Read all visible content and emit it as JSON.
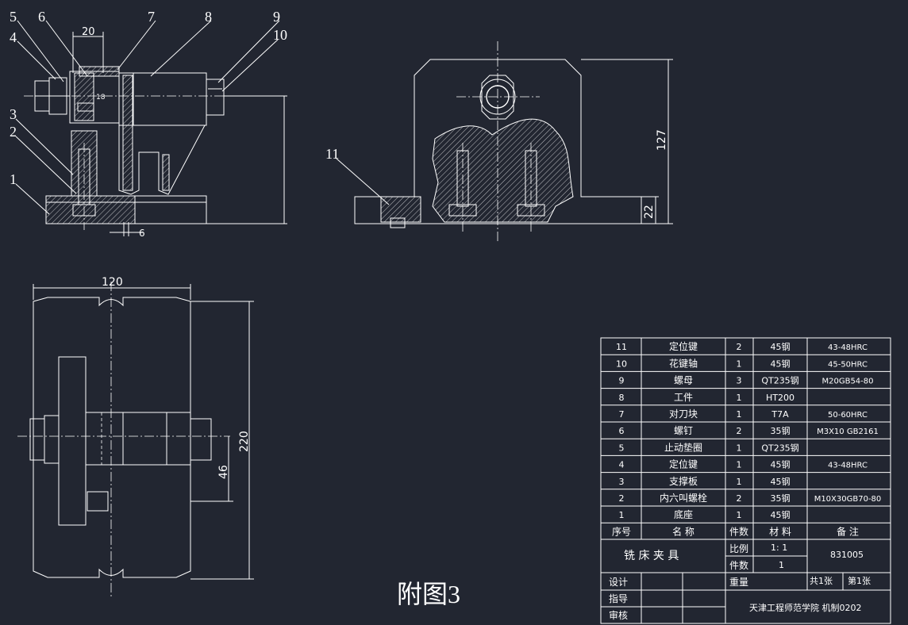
{
  "drawing_title": "附图3",
  "callouts": [
    "1",
    "2",
    "3",
    "4",
    "5",
    "6",
    "7",
    "8",
    "9",
    "10",
    "11"
  ],
  "dims": {
    "front_width": "20",
    "front_small": "18",
    "front_bottom": "6",
    "side_height": "127",
    "side_base": "22",
    "plan_width": "120",
    "plan_height": "220",
    "plan_offset": "46"
  },
  "bom": {
    "rows": [
      {
        "no": "11",
        "name": "定位键",
        "qty": "2",
        "material": "45钢",
        "note": "43-48HRC"
      },
      {
        "no": "10",
        "name": "花键轴",
        "qty": "1",
        "material": "45钢",
        "note": "45-50HRC"
      },
      {
        "no": "9",
        "name": "螺母",
        "qty": "3",
        "material": "QT235钢",
        "note": "M20GB54-80"
      },
      {
        "no": "8",
        "name": "工件",
        "qty": "1",
        "material": "HT200",
        "note": ""
      },
      {
        "no": "7",
        "name": "对刀块",
        "qty": "1",
        "material": "T7A",
        "note": "50-60HRC"
      },
      {
        "no": "6",
        "name": "螺钉",
        "qty": "2",
        "material": "35钢",
        "note": "M3X10 GB2161"
      },
      {
        "no": "5",
        "name": "止动垫圈",
        "qty": "1",
        "material": "QT235钢",
        "note": ""
      },
      {
        "no": "4",
        "name": "定位键",
        "qty": "1",
        "material": "45钢",
        "note": "43-48HRC"
      },
      {
        "no": "3",
        "name": "支撑板",
        "qty": "1",
        "material": "45钢",
        "note": ""
      },
      {
        "no": "2",
        "name": "内六叫螺栓",
        "qty": "2",
        "material": "35钢",
        "note": "M10X30GB70-80"
      },
      {
        "no": "1",
        "name": "底座",
        "qty": "1",
        "material": "45钢",
        "note": ""
      }
    ],
    "headers": {
      "no": "序号",
      "name": "名   称",
      "qty": "件数",
      "material": "材  料",
      "note": "备    注"
    }
  },
  "title_block": {
    "part_name": "铣 床 夹 具",
    "scale_label": "比例",
    "scale_value": "1: 1",
    "count_label": "件数",
    "count_value": "1",
    "drawing_no": "831005",
    "weight_label": "重量",
    "sheets_total": "共1张",
    "sheet_no": "第1张",
    "design_label": "设计",
    "guide_label": "指导",
    "review_label": "审核",
    "school": "天津工程师范学院  机制0202"
  }
}
